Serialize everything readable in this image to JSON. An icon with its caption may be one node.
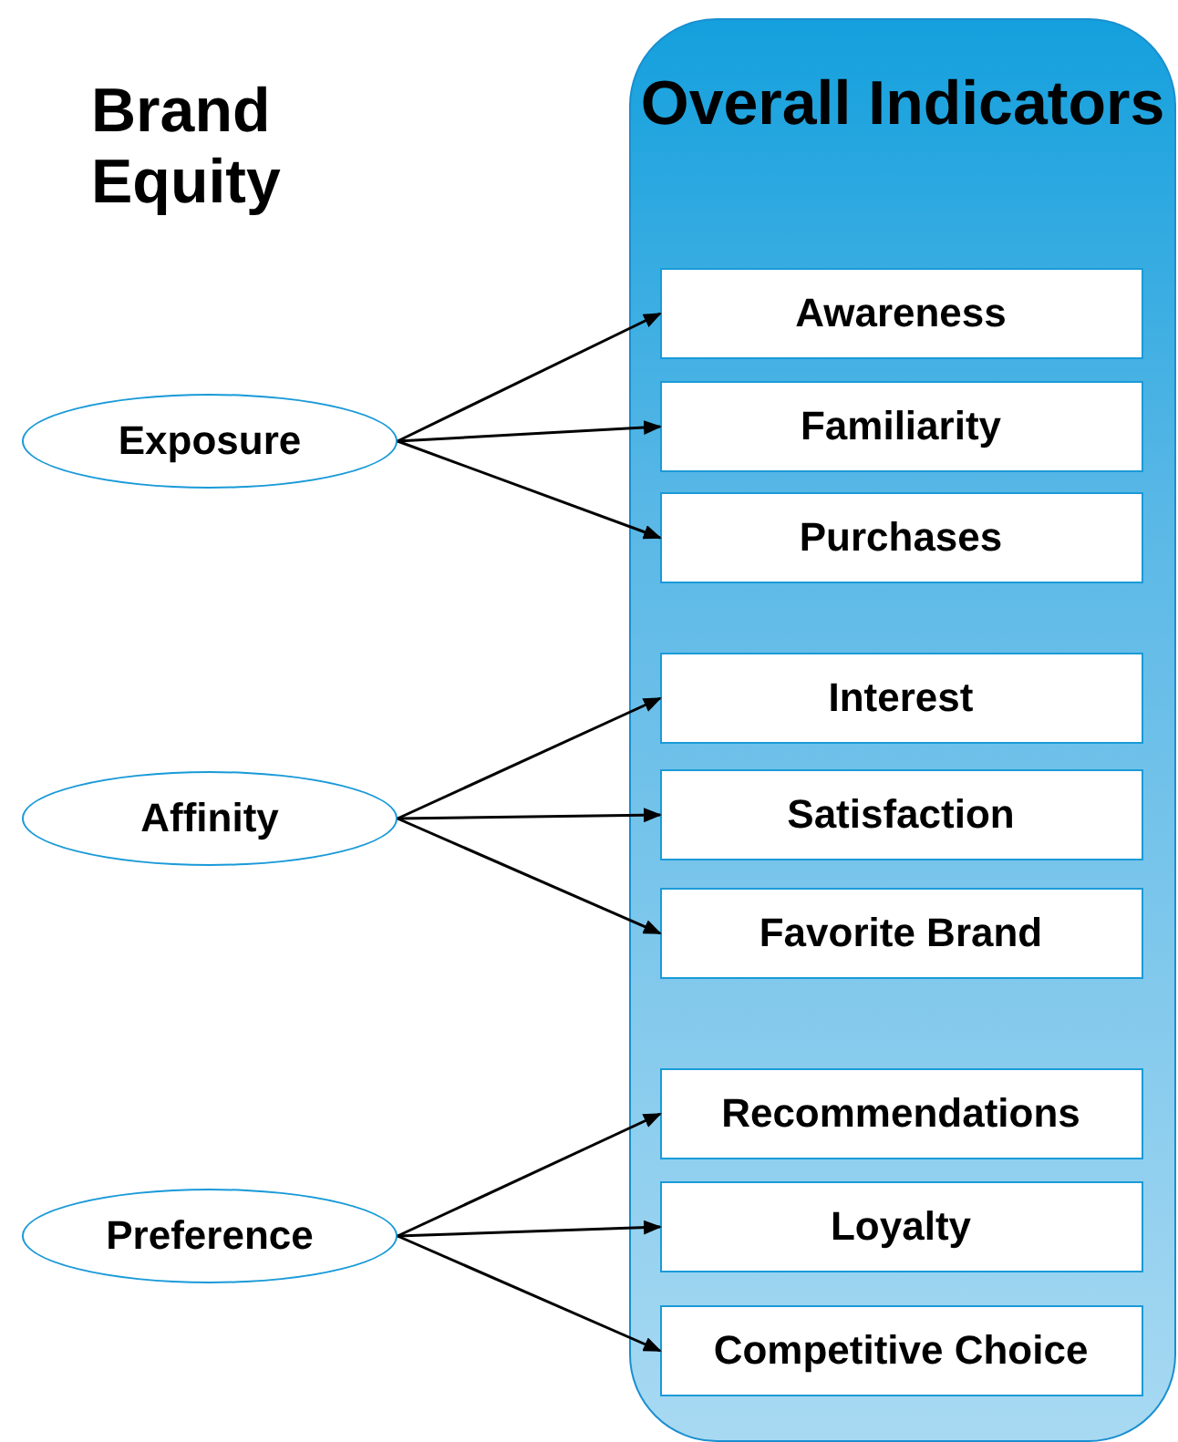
{
  "diagram": {
    "title": "Brand Equity",
    "nodes": [
      {
        "text": [
          "Overall Indicators"
        ]
      },
      {
        "text": [
          "Awareness"
        ],
        "in": 0
      },
      {
        "text": [
          "Familiarity"
        ],
        "in": 0
      },
      {
        "text": [
          "Purchases"
        ],
        "in": 0
      },
      {
        "text": [
          "Interest"
        ],
        "in": 0
      },
      {
        "text": [
          "Satisfaction"
        ],
        "in": 0
      },
      {
        "text": [
          "Favorite Brand"
        ],
        "in": 0
      },
      {
        "text": [
          "Recommendations"
        ],
        "in": 0
      },
      {
        "text": [
          "Loyalty"
        ],
        "in": 0
      },
      {
        "text": [
          "Competitive Choice"
        ],
        "in": 0
      },
      {
        "text": [
          "Exposure"
        ]
      },
      {
        "text": [
          "Affinity"
        ]
      },
      {
        "text": [
          "Preference"
        ]
      }
    ],
    "edges": [
      {
        "from": 10,
        "to": 1,
        "arrow": "to"
      },
      {
        "from": 10,
        "to": 2,
        "arrow": "to"
      },
      {
        "from": 10,
        "to": 3,
        "arrow": "to"
      },
      {
        "from": 11,
        "to": 4,
        "arrow": "to"
      },
      {
        "from": 11,
        "to": 5,
        "arrow": "to"
      },
      {
        "from": 11,
        "to": 6,
        "arrow": "to"
      },
      {
        "from": 12,
        "to": 7,
        "arrow": "to"
      },
      {
        "from": 12,
        "to": 8,
        "arrow": "to"
      },
      {
        "from": 12,
        "to": 9,
        "arrow": "to"
      }
    ]
  }
}
